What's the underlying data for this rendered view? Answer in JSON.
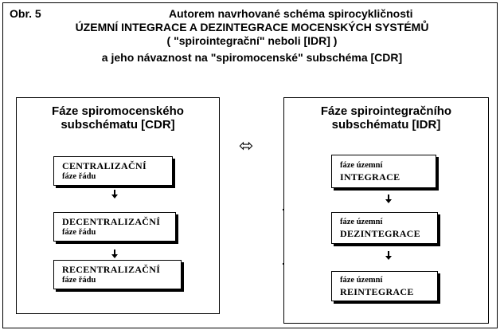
{
  "header": {
    "label": "Obr. 5",
    "line1": "Autorem navrhované schéma spirocykličnosti",
    "line2": "ÚZEMNÍ INTEGRACE A DEZINTEGRACE MOCENSKÝCH SYSTÉMŮ",
    "line3": "( \"spirointegrační\"  neboli   [IDR] )",
    "line4": "a jeho návaznost na  \"spiromocenské\"  subschéma [CDR]"
  },
  "left_panel": {
    "title1": "Fáze spiromocenského",
    "title2": "subschématu [CDR]",
    "boxes": [
      {
        "main": "CENTRALIZAČNÍ",
        "sub": "fáze řádu"
      },
      {
        "main": "DECENTRALIZAČNÍ",
        "sub": "fáze řádu"
      },
      {
        "main": "RECENTRALIZAČNÍ",
        "sub": "fáze řádu"
      }
    ]
  },
  "connector": "⬄",
  "right_panel": {
    "title1": "Fáze spirointegračního",
    "title2": "subschématu [IDR]",
    "boxes": [
      {
        "pre": "fáze územní",
        "main": "INTEGRACE"
      },
      {
        "pre": "fáze územní",
        "main": "DEZINTEGRACE"
      },
      {
        "pre": "fáze územní",
        "main": "REINTEGRACE"
      }
    ]
  }
}
